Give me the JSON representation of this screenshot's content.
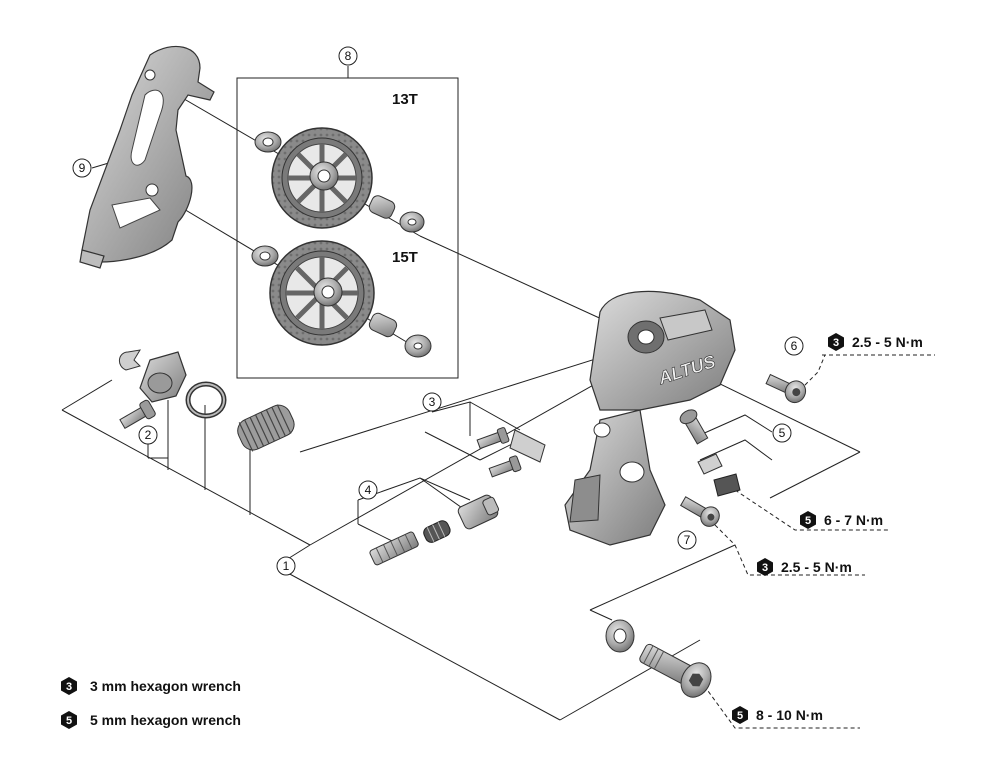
{
  "callouts": {
    "c1": "1",
    "c2": "2",
    "c3": "3",
    "c4": "4",
    "c5": "5",
    "c6": "6",
    "c7": "7",
    "c8": "8",
    "c9": "9"
  },
  "pulley_labels": {
    "upper": "13T",
    "lower": "15T"
  },
  "brand_marking": "ALTUS",
  "torque_specs": [
    {
      "tool": "3",
      "value": "2.5 - 5 N·m"
    },
    {
      "tool": "5",
      "value": "6 - 7 N·m"
    },
    {
      "tool": "3",
      "value": "2.5 - 5 N·m"
    },
    {
      "tool": "5",
      "value": "8 - 10 N·m"
    }
  ],
  "legend": [
    {
      "tool": "3",
      "text": "3 mm hexagon wrench"
    },
    {
      "tool": "5",
      "text": "5 mm hexagon wrench"
    }
  ]
}
